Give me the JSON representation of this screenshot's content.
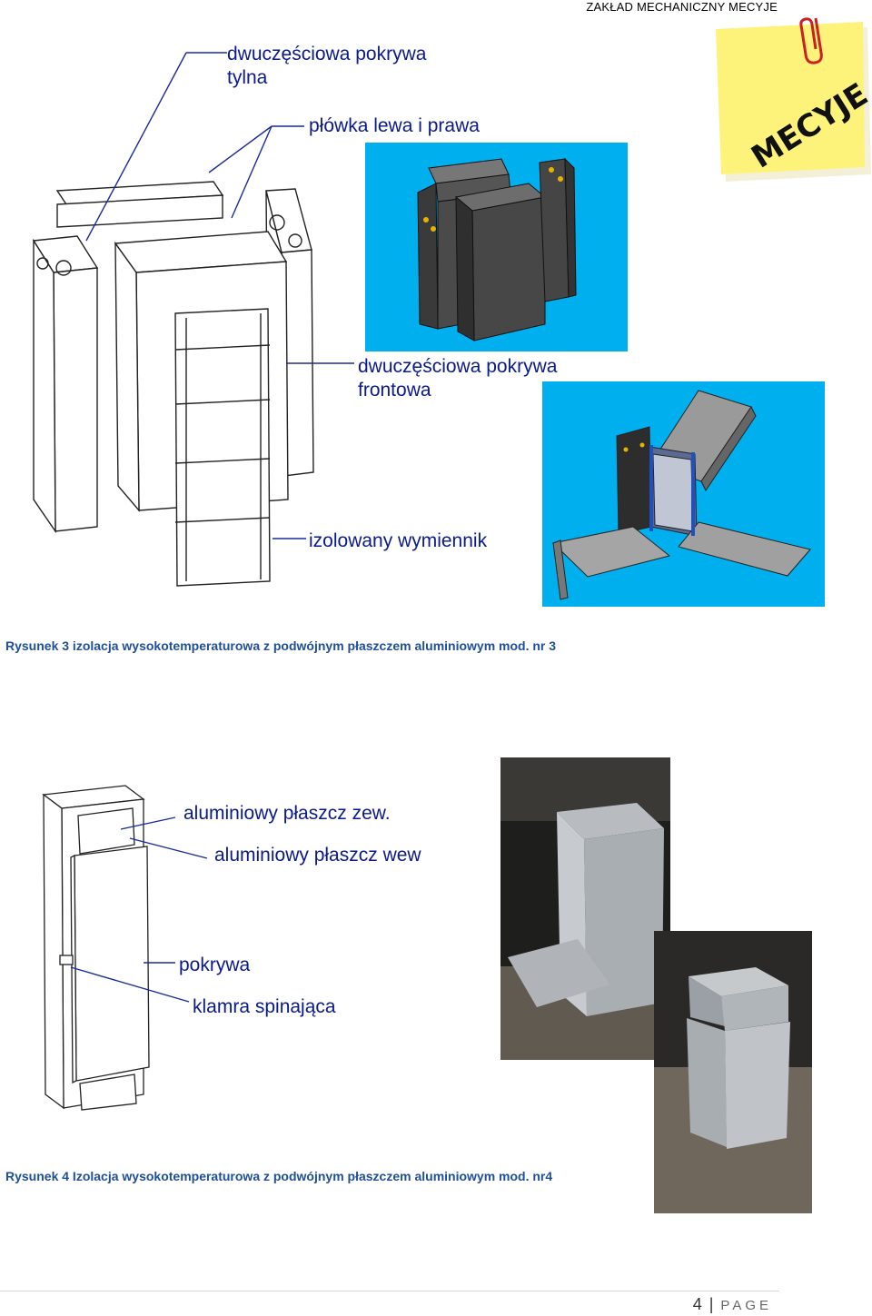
{
  "header": {
    "company": "ZAKŁAD MECHANICZNY MECYJE",
    "logo_text": "MECYJE"
  },
  "figure3": {
    "callouts": {
      "rear_cover": "dwuczęściowa pokrywa\ntylna",
      "halves": "płówka lewa i prawa",
      "front_cover": "dwuczęściowa pokrywa\nfrontowa",
      "insulated_exchanger": "izolowany wymiennik"
    },
    "caption": "Rysunek 3 izolacja wysokotemperaturowa z podwójnym płaszczem aluminiowym mod. nr 3"
  },
  "figure4": {
    "callouts": {
      "outer_jacket": "aluminiowy płaszcz zew.",
      "inner_jacket": "aluminiowy płaszcz wew",
      "cover": "pokrywa",
      "clamp": "klamra spinająca"
    },
    "caption": "Rysunek 4 Izolacja wysokotemperaturowa z podwójnym płaszczem aluminiowym mod. nr4"
  },
  "footer": {
    "page_number": "4",
    "separator": "|",
    "page_word": "PAGE"
  },
  "colors": {
    "callout_text": "#0a1a8a",
    "caption_text": "#1f4e9b",
    "render_background": "#00b0ee",
    "sticky_note": "#fdf37a"
  }
}
